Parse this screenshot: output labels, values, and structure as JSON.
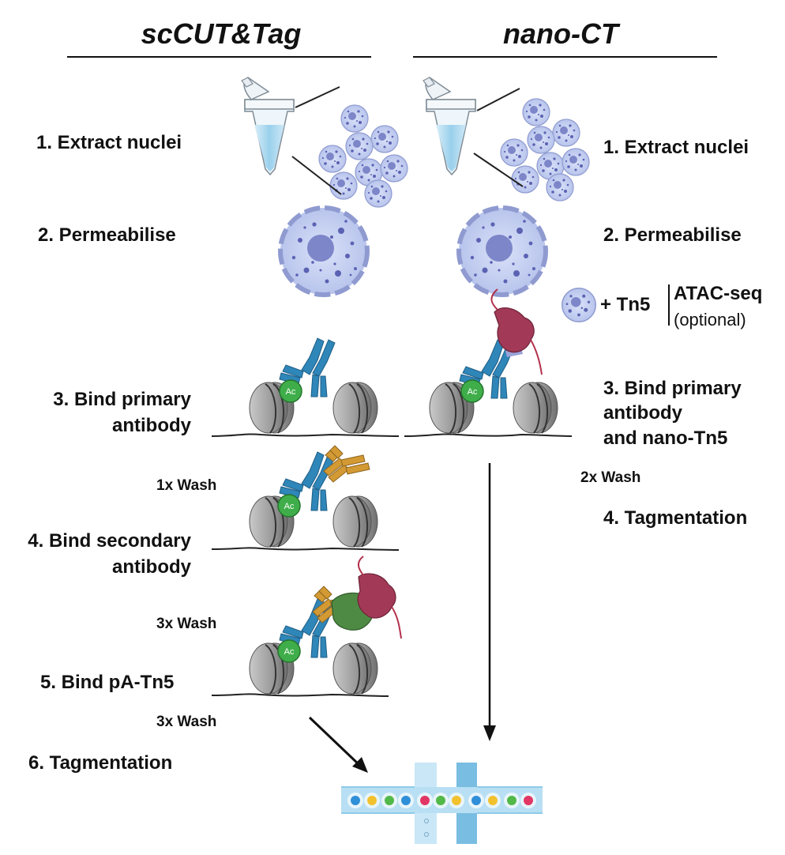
{
  "columns": {
    "left_title": "scCUT&Tag",
    "right_title": "nano-CT"
  },
  "left_steps": {
    "s1": "1. Extract nuclei",
    "s2": "2. Permeabilise",
    "s3a": "3. Bind primary",
    "s3b": "antibody",
    "wash1": "1x Wash",
    "s4a": "4. Bind secondary",
    "s4b": "antibody",
    "wash2": "3x Wash",
    "s5": "5. Bind pA-Tn5",
    "wash3": "3x Wash",
    "s6": "6. Tagmentation"
  },
  "right_steps": {
    "s1": "1. Extract nuclei",
    "s2": "2. Permeabilise",
    "tn5_plus": "+ Tn5",
    "atac": "ATAC-seq",
    "optional": "(optional)",
    "s3a": "3. Bind primary",
    "s3b": "antibody",
    "s3c": "and nano-Tn5",
    "wash": "2x Wash",
    "s4": "4. Tagmentation"
  },
  "marks": {
    "acetyl": "Ac"
  },
  "colors": {
    "nucleus_fill": "#c9d3f2",
    "nucleus_dots": "#5b62b3",
    "antibody_primary": "#2f86b8",
    "antibody_secondary": "#d39a34",
    "acetyl_green": "#3fae4a",
    "tn5": "#a23a57",
    "protein_a": "#4f8a45",
    "nucleosome": "#9e9e9e",
    "tube": "#a9d8ef",
    "microfluidic": "#a9d8ef"
  },
  "droplets": [
    "#2f8fd8",
    "#f2c12e",
    "#52b848",
    "#2f8fd8",
    "#e23765",
    "#52b848",
    "#f2c12e",
    "#2f8fd8",
    "#f2c12e",
    "#52b848",
    "#e23765"
  ]
}
